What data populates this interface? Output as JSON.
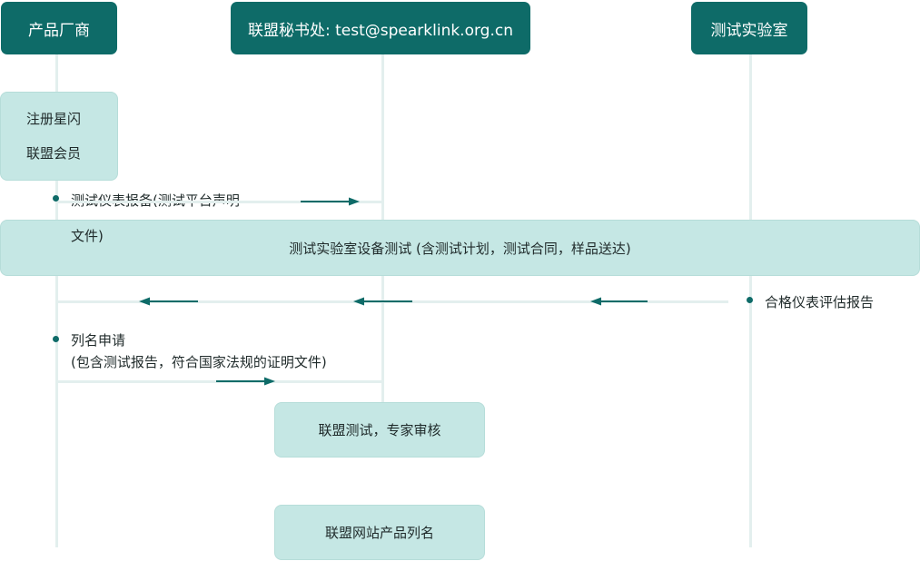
{
  "actors": {
    "manufacturer": "产品厂商",
    "secretariat": "联盟秘书处: test@spearklink.org.cn",
    "lab": "测试实验室"
  },
  "steps": {
    "register_line1": "注册星闪",
    "register_line2": "联盟会员",
    "report_line1": "测试仪表报备(测试平台声明",
    "report_line2": "文件)",
    "lab_test": "测试实验室设备测试 (含测试计划，测试合同，样品送达)",
    "qualified_report": "合格仪表评估报告",
    "listing_line1": "列名申请",
    "listing_line2": "(包含测试报告，符合国家法规的证明文件)",
    "expert_review": "联盟测试，专家审核",
    "website_listing": "联盟网站产品列名"
  },
  "colors": {
    "actor_bg": "#0e6b68",
    "box_bg": "#c5e7e4",
    "lifeline": "#e3efee",
    "arrow": "#0e6b68"
  }
}
